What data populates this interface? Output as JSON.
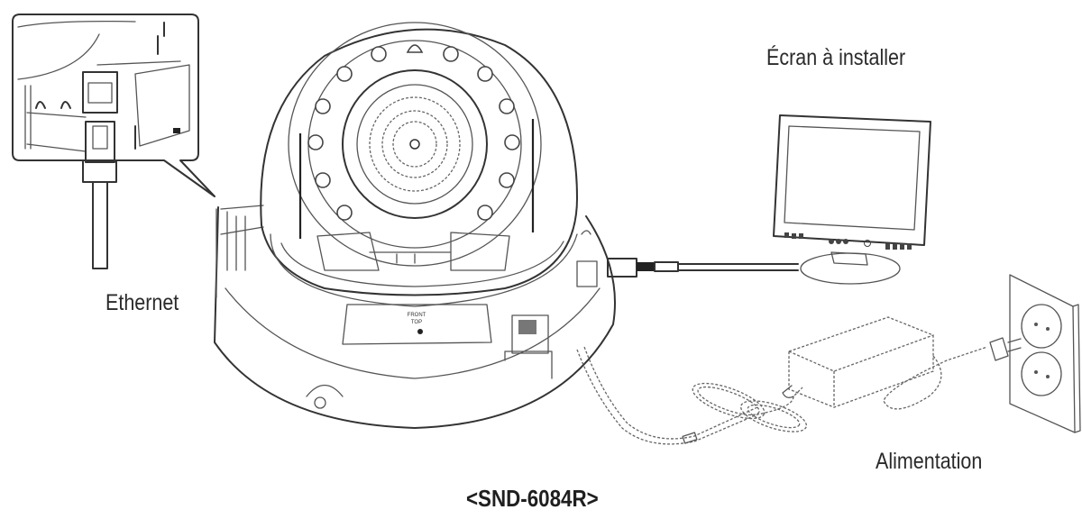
{
  "diagram": {
    "type": "connection-diagram",
    "subject": "dome camera wiring",
    "labels": {
      "ethernet": "Ethernet",
      "monitor": "Écran à installer",
      "power": "Alimentation",
      "model": "<SND-6084R>"
    },
    "nodes": [
      {
        "id": "camera",
        "label": "<SND-6084R>",
        "kind": "dome-camera"
      },
      {
        "id": "ethernet",
        "label": "Ethernet",
        "kind": "rj45-cable-inset"
      },
      {
        "id": "monitor",
        "label": "Écran à installer",
        "kind": "monitor"
      },
      {
        "id": "power",
        "label": "Alimentation",
        "kind": "power-adapter-and-outlet"
      }
    ],
    "edges": [
      {
        "from": "camera",
        "to": "ethernet",
        "via": "network port (zoom callout)"
      },
      {
        "from": "camera",
        "to": "monitor",
        "via": "video out cable"
      },
      {
        "from": "camera",
        "to": "power",
        "via": "power cable to adapter and wall outlet"
      }
    ],
    "camera_markings": {
      "front": "FRONT TOP"
    }
  }
}
